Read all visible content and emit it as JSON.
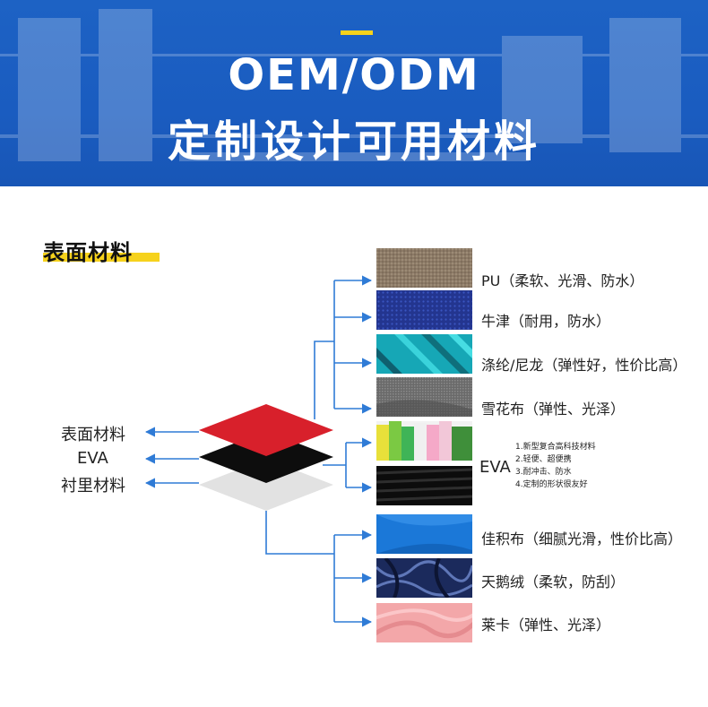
{
  "banner": {
    "title_en": "OEM/ODM",
    "title_cn": "定制设计可用材料",
    "accent_color": "#f6d21c",
    "background_color": "#1d62c4"
  },
  "section": {
    "heading": "表面材料"
  },
  "layers": [
    {
      "label": "表面材料",
      "color": "#d8202b"
    },
    {
      "label": "EVA",
      "color": "#0d0d0d"
    },
    {
      "label": "衬里材料",
      "color": "#e2e2e2"
    }
  ],
  "surface_materials": [
    {
      "name": "PU（柔软、光滑、防水）",
      "swatch": "pu-texture"
    },
    {
      "name": "牛津（耐用，防水）",
      "swatch": "oxford-texture"
    },
    {
      "name": "涤纶/尼龙（弹性好，性价比高）",
      "swatch": "polyester-texture"
    },
    {
      "name": "雪花布（弹性、光泽）",
      "swatch": "snowflake-texture"
    }
  ],
  "eva": {
    "label": "EVA",
    "notes": [
      "1.新型复合高科技材料",
      "2.轻便、超便携",
      "3.耐冲击、防水",
      "4.定制的形状很友好"
    ],
    "swatches": [
      "eva-color-blocks",
      "eva-black"
    ]
  },
  "lining_materials": [
    {
      "name": "佳积布（细腻光滑，性价比高）",
      "swatch": "jiaji-texture"
    },
    {
      "name": "天鹅绒（柔软，防刮）",
      "swatch": "velvet-texture"
    },
    {
      "name": "莱卡（弹性、光泽）",
      "swatch": "lycra-texture"
    }
  ],
  "colors": {
    "connector": "#2f7bd6",
    "highlight": "#f6d21c"
  }
}
